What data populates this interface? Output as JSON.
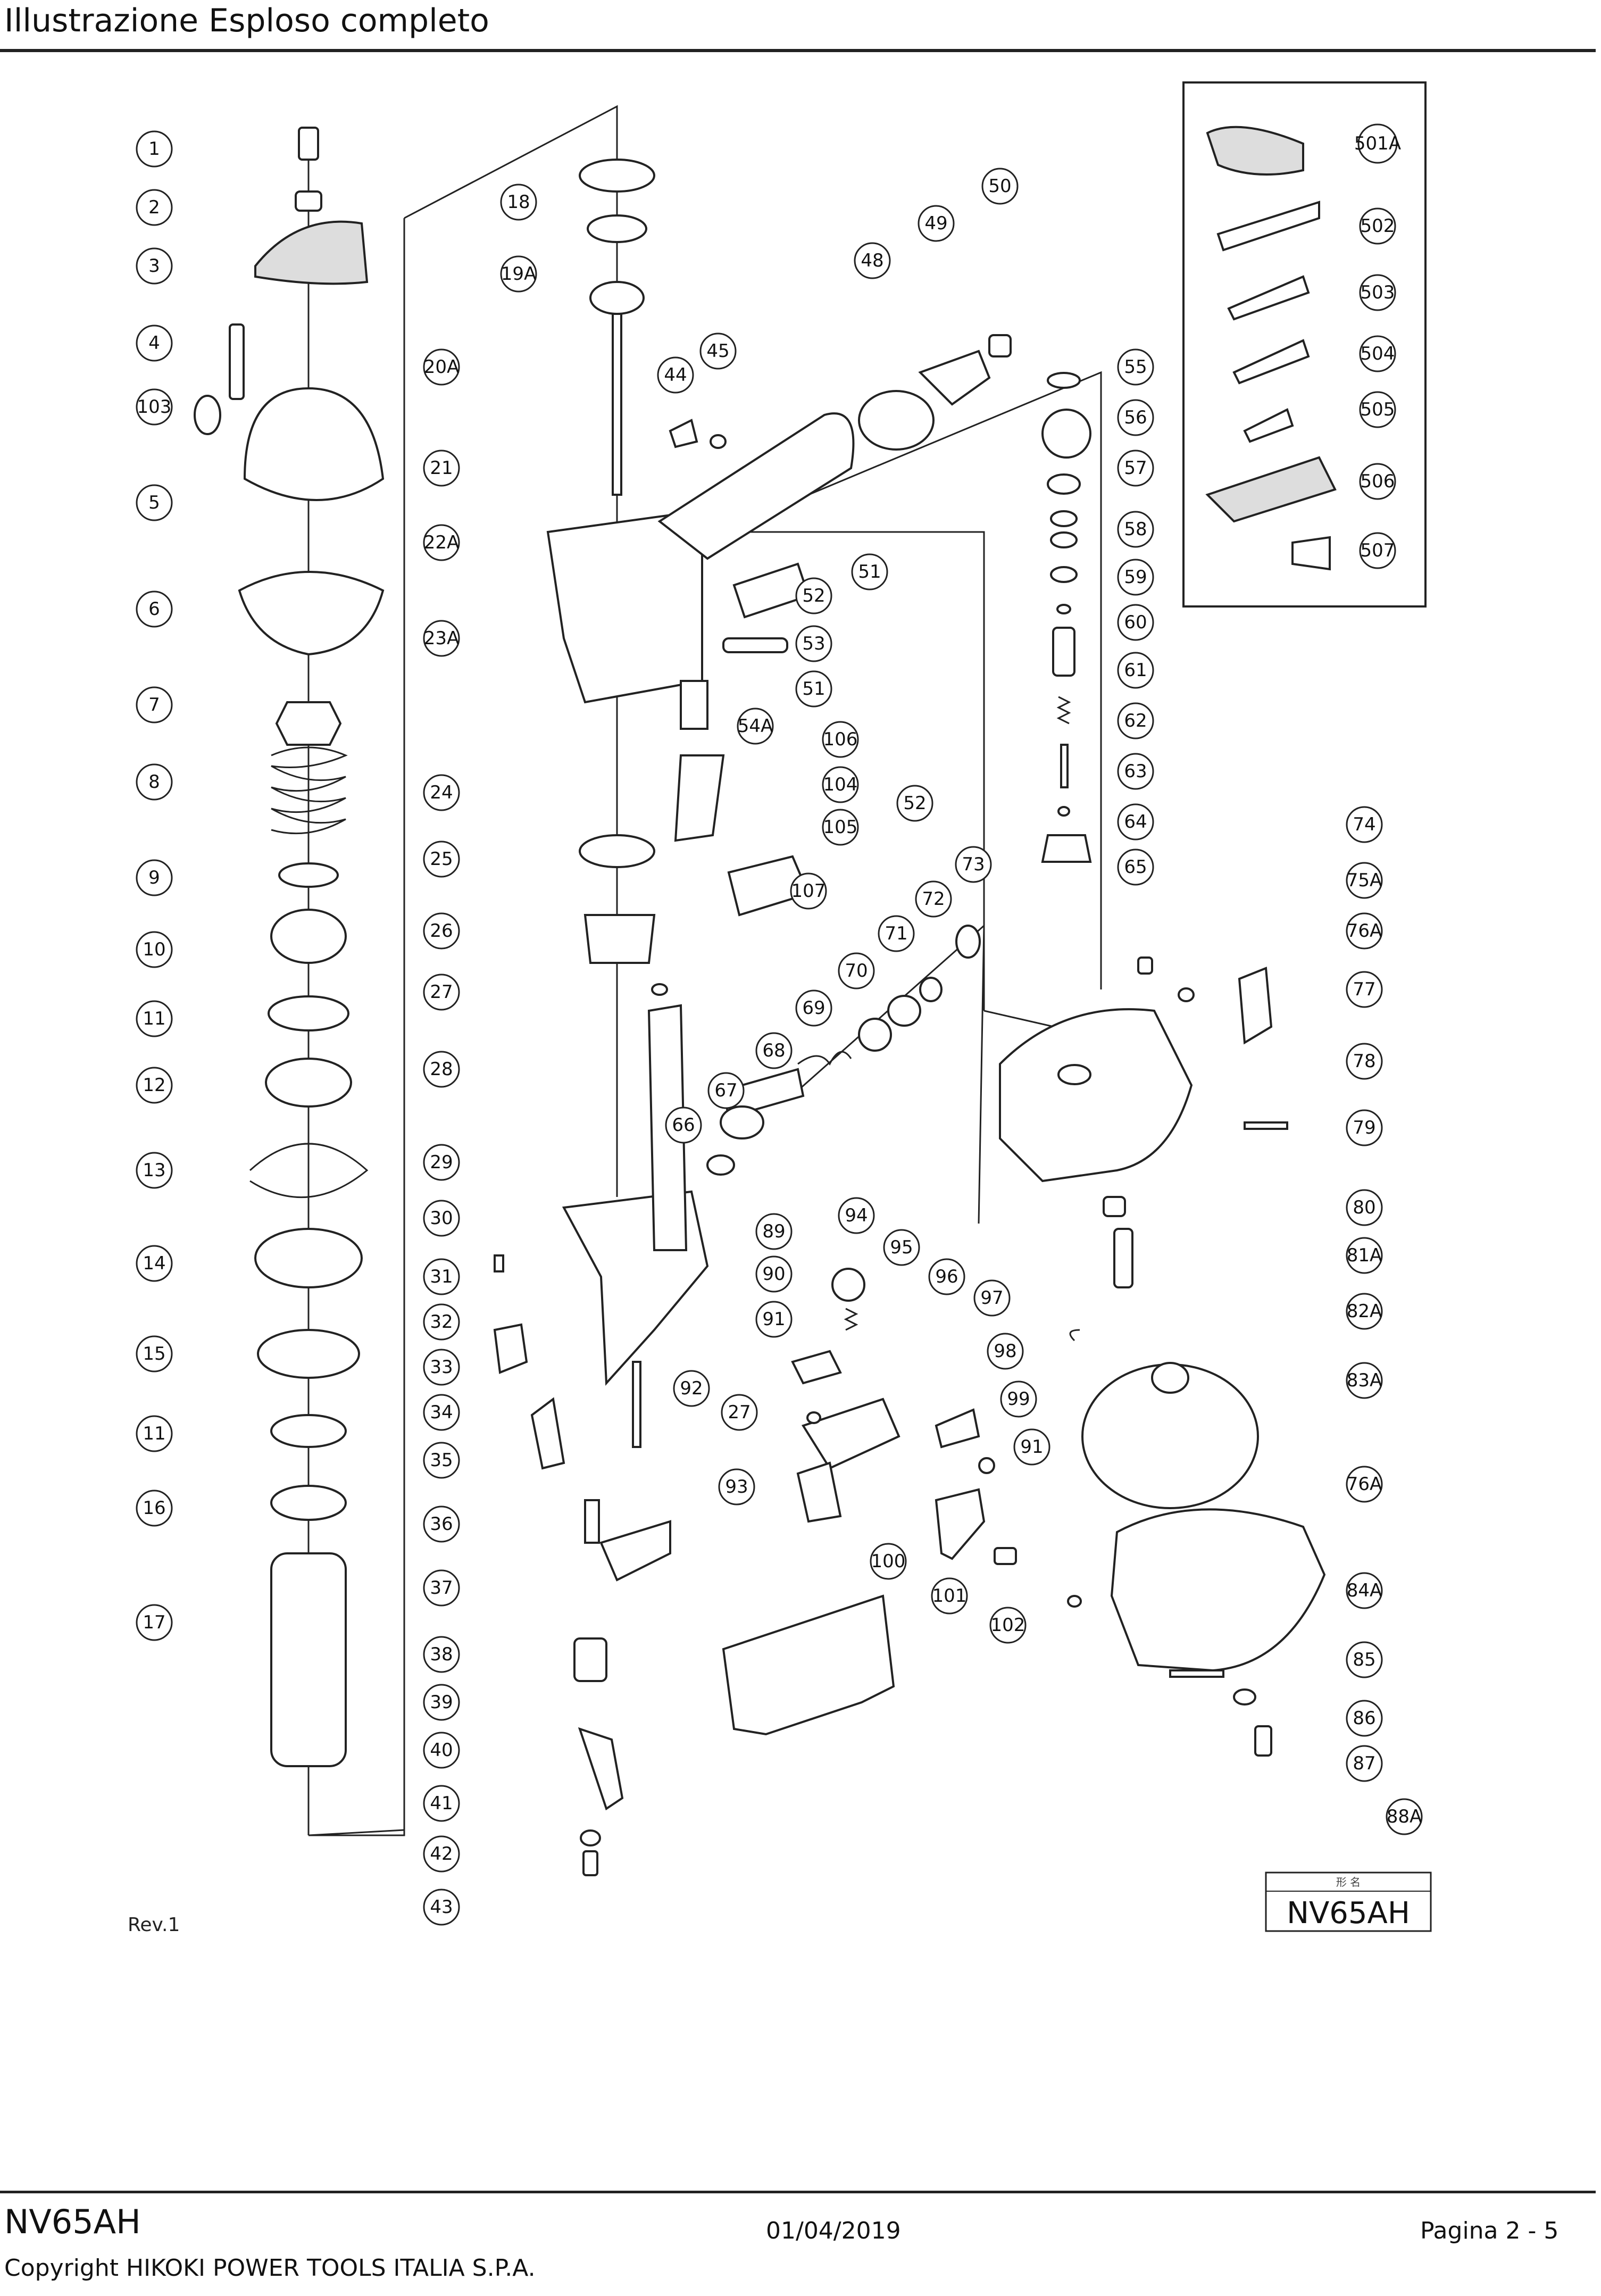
{
  "header": {
    "title": "Illustrazione  Esploso completo"
  },
  "footer": {
    "model": "NV65AH",
    "date": "01/04/2019",
    "page": "Pagina 2 - 5",
    "copyright": "Copyright HIKOKI POWER TOOLS ITALIA S.P.A."
  },
  "diagram": {
    "revision": "Rev.1",
    "model_box": {
      "label": "形 名",
      "model": "NV65AH"
    },
    "callouts": [
      "1",
      "2",
      "3",
      "4",
      "103",
      "5",
      "6",
      "7",
      "8",
      "9",
      "10",
      "11",
      "12",
      "13",
      "14",
      "15",
      "11",
      "16",
      "17",
      "18",
      "19A",
      "20A",
      "21",
      "22A",
      "23A",
      "24",
      "25",
      "26",
      "27",
      "28",
      "29",
      "30",
      "31",
      "32",
      "33",
      "34",
      "35",
      "36",
      "37",
      "38",
      "39",
      "40",
      "41",
      "42",
      "43",
      "44",
      "45",
      "48",
      "49",
      "50",
      "51",
      "52",
      "53",
      "51",
      "54A",
      "106",
      "104",
      "105",
      "52",
      "107",
      "55",
      "56",
      "57",
      "58",
      "59",
      "60",
      "61",
      "62",
      "63",
      "64",
      "65",
      "73",
      "72",
      "71",
      "70",
      "69",
      "68",
      "67",
      "66",
      "89",
      "90",
      "91",
      "94",
      "95",
      "96",
      "97",
      "92",
      "27",
      "98",
      "99",
      "91",
      "93",
      "100",
      "101",
      "102",
      "74",
      "75A",
      "76A",
      "77",
      "78",
      "79",
      "80",
      "81A",
      "82A",
      "83A",
      "76A",
      "84A",
      "85",
      "86",
      "87",
      "88A",
      "501A",
      "502",
      "503",
      "504",
      "505",
      "506",
      "507"
    ]
  }
}
